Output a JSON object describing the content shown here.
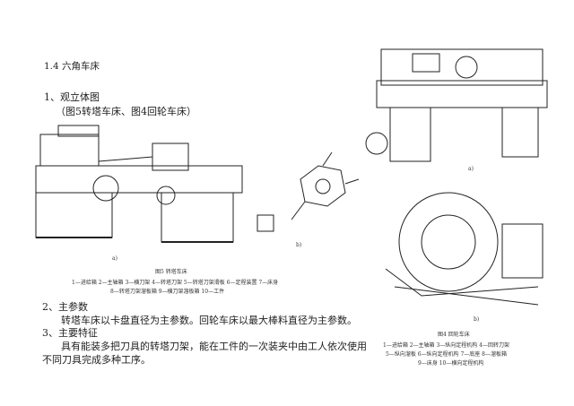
{
  "section_title": "1.4 六角车床",
  "s1": {
    "heading": "1、观立体图",
    "sub": "（图5转塔车床、图4回轮车床）"
  },
  "fig5": {
    "title": "图5  转塔车床",
    "legend1": "1—进给箱  2—主轴箱  3—横刀架  4—转塔刀架  5—转塔刀架滑板  6—定程装置  7—床身",
    "legend2": "8—转塔刀架溜板箱  9—横刀架溜板箱  10—工件",
    "a": "a)",
    "b": "b)"
  },
  "s2": {
    "heading": "2、主参数",
    "body": "转塔车床以卡盘直径为主参数。回轮车床以最大棒料直径为主参数。"
  },
  "s3": {
    "heading": "3、主要特征",
    "body1": "具有能装多把刀具的转塔刀架，能在工件的一次装夹中由工人依次使用",
    "body2": "不同刀具完成多种工序。"
  },
  "fig4": {
    "title": "图4  回轮车床",
    "legend1": "1—进给箱  2—主轴箱  3—纵向定程机构  4—回转刀架",
    "legend2": "5—纵向溜板  6—纵向定程机构  7—底座  8—溜板箱",
    "legend3": "9—床身  10—横向定程机构",
    "a": "a)",
    "b": "b)"
  }
}
